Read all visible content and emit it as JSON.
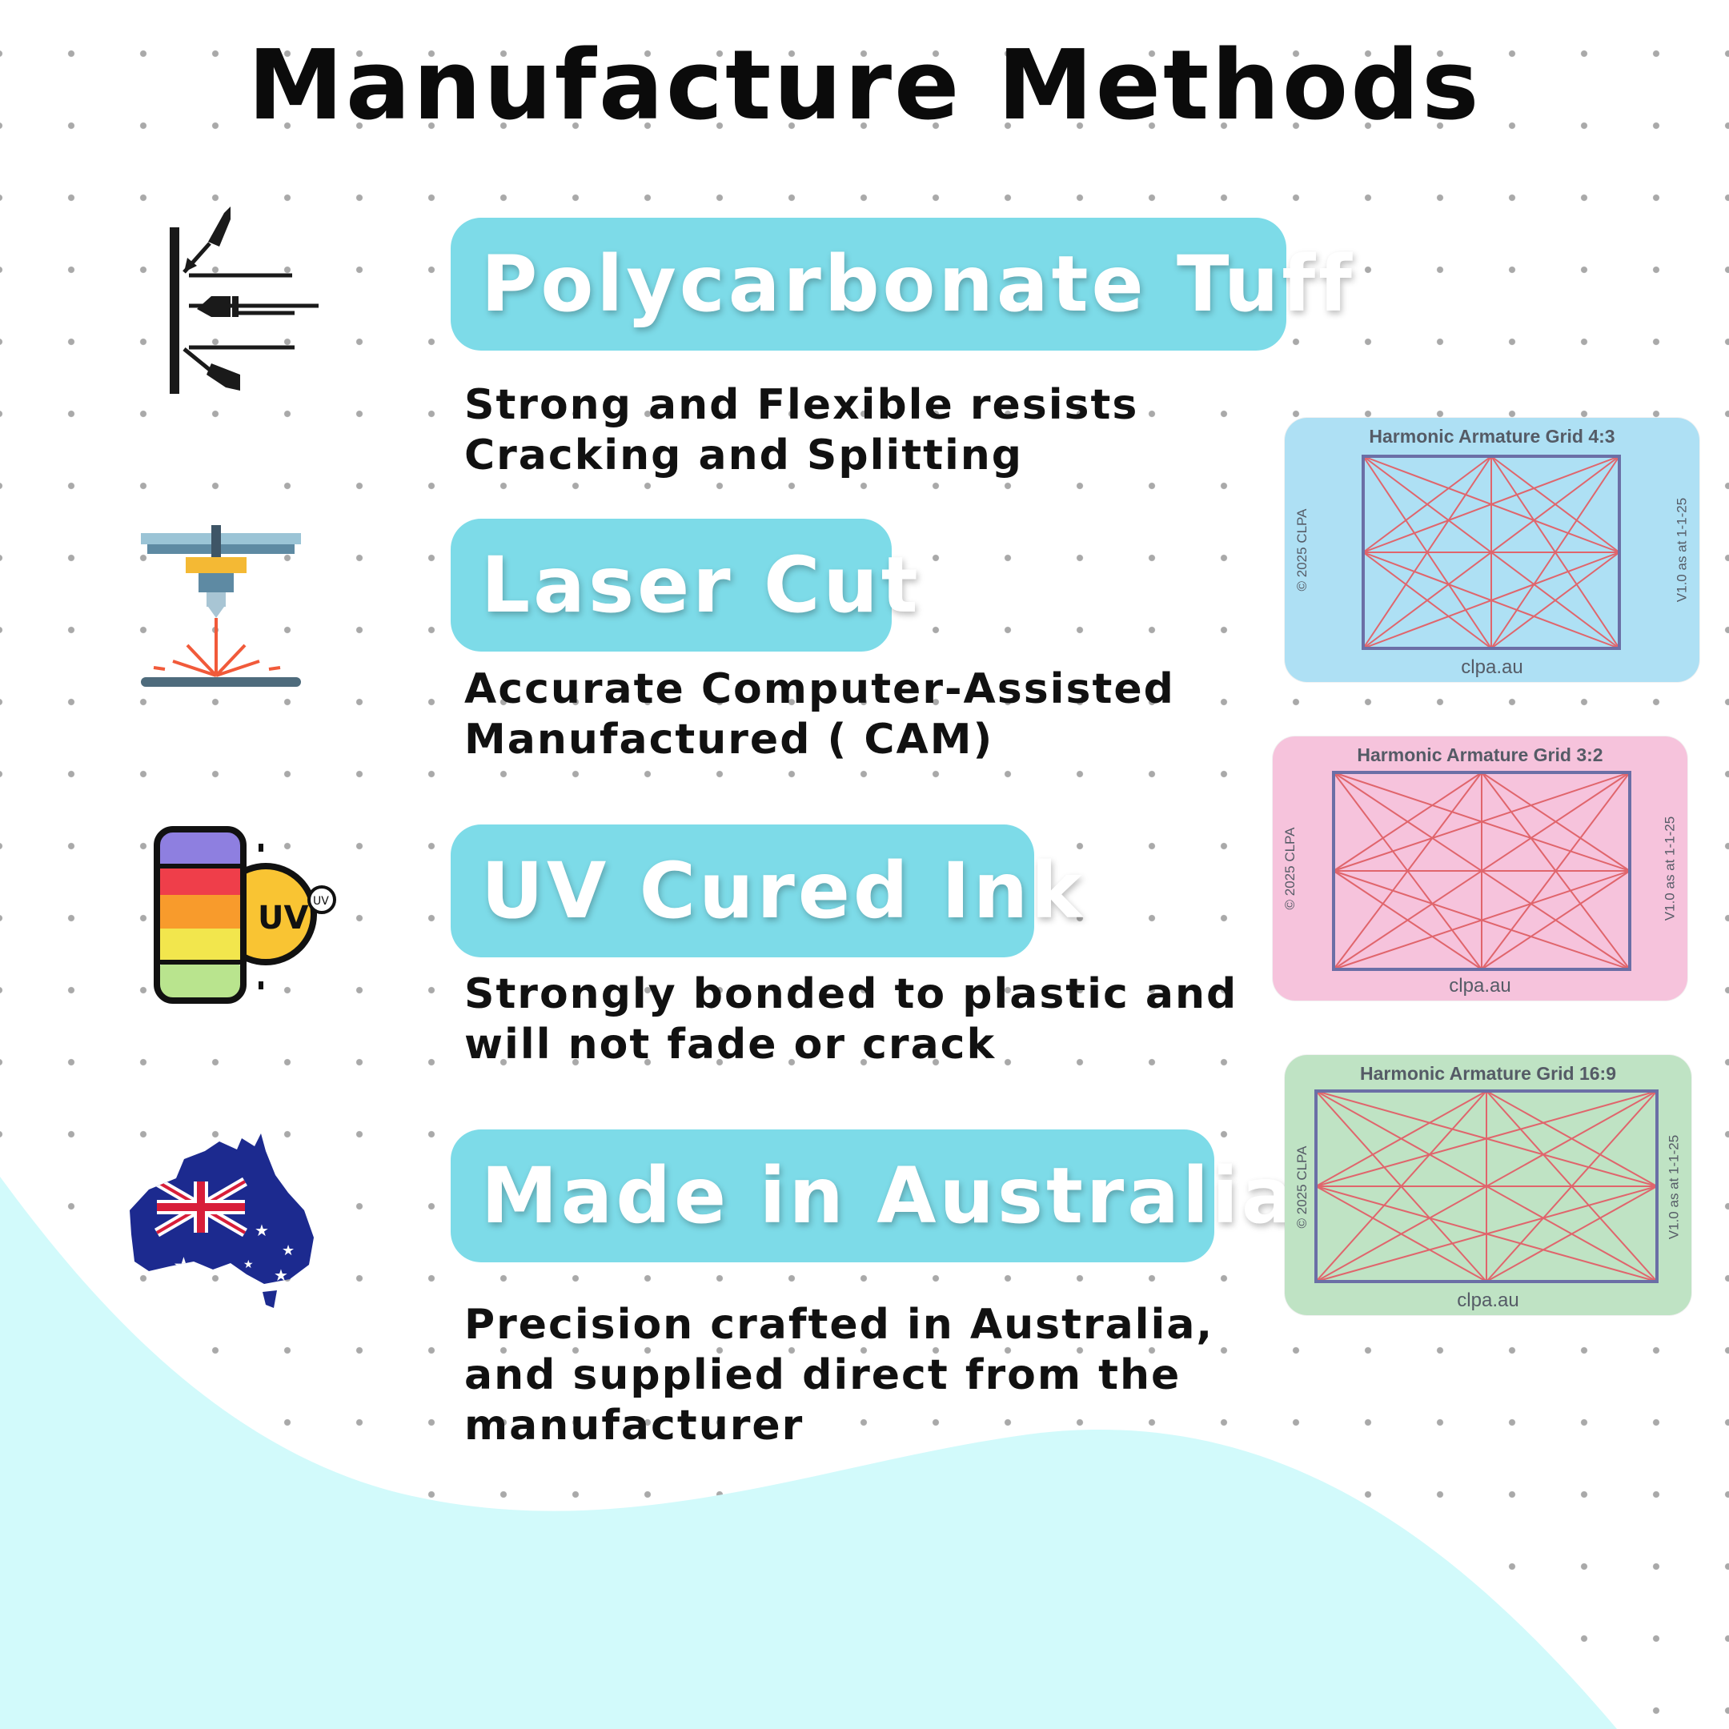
{
  "title": "Manufacture Methods",
  "methods": [
    {
      "heading": "Polycarbonate Tuff",
      "lines": [
        "Strong and Flexible resists",
        "Cracking and Splitting"
      ],
      "icon": "bullet-ricochet-icon"
    },
    {
      "heading": "Laser Cut",
      "lines": [
        "Accurate Computer-Assisted",
        "Manufactured ( CAM)"
      ],
      "icon": "laser-cutter-icon"
    },
    {
      "heading": "UV Cured Ink",
      "lines": [
        "Strongly bonded to plastic and",
        "will not fade or crack"
      ],
      "icon": "uv-ink-icon"
    },
    {
      "heading": "Made in Australia",
      "lines": [
        "Precision crafted in Australia,",
        "and supplied direct from the",
        "manufacturer"
      ],
      "icon": "australia-flag-map-icon"
    }
  ],
  "cards": [
    {
      "title": "Harmonic Armature Grid 4:3",
      "url": "clpa.au",
      "copyright": "© 2025 CLPA",
      "version": "V1.0 as at 1-1-25",
      "color": "#aee0f4"
    },
    {
      "title": "Harmonic Armature Grid 3:2",
      "url": "clpa.au",
      "copyright": "© 2025 CLPA",
      "version": "V1.0 as at 1-1-25",
      "color": "#f6c3dc"
    },
    {
      "title": "Harmonic Armature Grid 16:9",
      "url": "clpa.au",
      "copyright": "© 2025 CLPA",
      "version": "V1.0 as at 1-1-25",
      "color": "#bfe3c4"
    }
  ],
  "colors": {
    "pill": "#7ddbe8",
    "wave": "#d2fafb",
    "grid_line": "#e0656c",
    "grid_frame": "#6b6fa6"
  }
}
